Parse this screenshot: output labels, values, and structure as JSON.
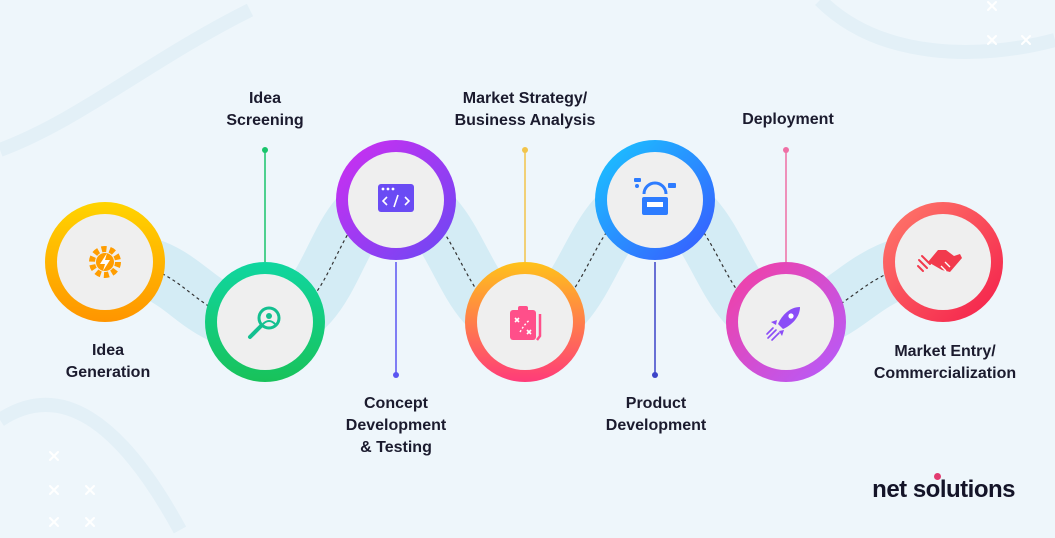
{
  "steps": [
    {
      "id": "idea-generation",
      "lines": [
        "Idea",
        "Generation"
      ],
      "icon": "gear-lightning-icon",
      "color": "#ffb000"
    },
    {
      "id": "idea-screening",
      "lines": [
        "Idea",
        "Screening"
      ],
      "icon": "magnifier-user-icon",
      "color": "#10c48a"
    },
    {
      "id": "concept-development",
      "lines": [
        "Concept",
        "Development",
        "& Testing"
      ],
      "icon": "code-window-icon",
      "color": "#8b3cf6"
    },
    {
      "id": "market-strategy",
      "lines": [
        "Market Strategy/",
        "Business Analysis"
      ],
      "icon": "strategy-board-icon",
      "color": "#ff7a3d"
    },
    {
      "id": "product-development",
      "lines": [
        "Product",
        "Development"
      ],
      "icon": "product-box-icon",
      "color": "#1e9bff"
    },
    {
      "id": "deployment",
      "lines": [
        "Deployment"
      ],
      "icon": "rocket-icon",
      "color": "#e83aa5"
    },
    {
      "id": "market-entry",
      "lines": [
        "Market Entry/",
        "Commercialization"
      ],
      "icon": "handshake-icon",
      "color": "#ff4d4d"
    }
  ],
  "brand": "net solutions",
  "colors": {
    "background": "#eef6fb",
    "band": "#d4ecf5",
    "text": "#1b1b2e"
  }
}
